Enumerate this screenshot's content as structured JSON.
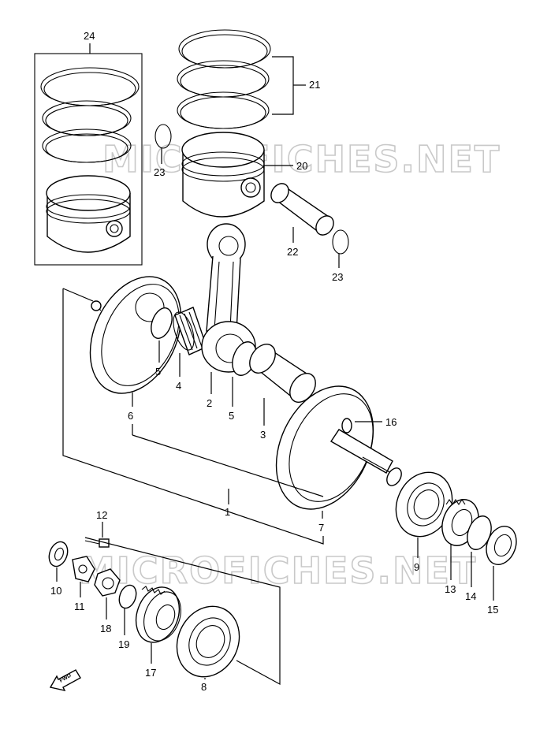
{
  "diagram": {
    "watermark": "MICROFICHES.NET",
    "fwd_label": "FWD",
    "callouts": {
      "c1": "1",
      "c2": "2",
      "c3": "3",
      "c4": "4",
      "c5a": "5",
      "c5b": "5",
      "c6": "6",
      "c7": "7",
      "c8": "8",
      "c9": "9",
      "c10": "10",
      "c11": "11",
      "c12": "12",
      "c13": "13",
      "c14": "14",
      "c15": "15",
      "c16": "16",
      "c17": "17",
      "c18": "18",
      "c19": "19",
      "c20": "20",
      "c21": "21",
      "c22": "22",
      "c23a": "23",
      "c23b": "23",
      "c24": "24"
    }
  }
}
